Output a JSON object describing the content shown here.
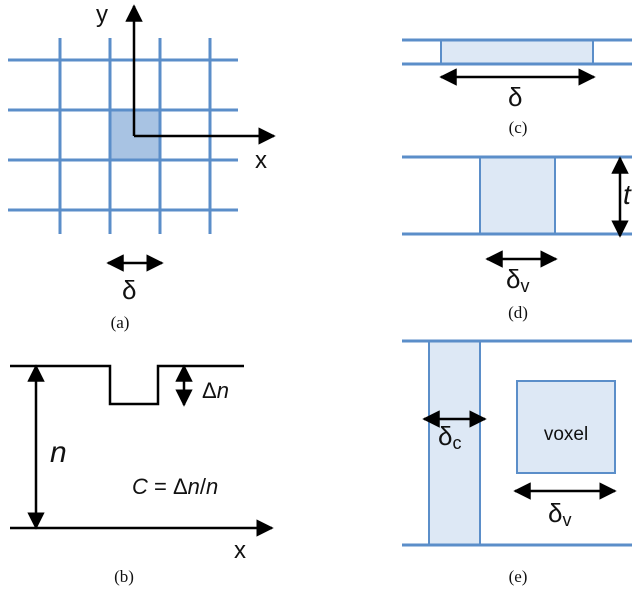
{
  "panels": {
    "a": {
      "caption": "(a)",
      "axis_x": "x",
      "axis_y": "y",
      "delta": "δ",
      "highlight_color": "#a8c3e3"
    },
    "b": {
      "caption": "(b)",
      "axis_x": "x",
      "n_label": "n",
      "dn_prefix": "Δ",
      "dn_var": "n",
      "formula_C": "C",
      "formula_eq": " = Δ",
      "formula_n1": "n",
      "formula_slash": "/",
      "formula_n2": "n"
    },
    "c": {
      "caption": "(c)",
      "delta": "δ"
    },
    "d": {
      "caption": "(d)",
      "t_label": "t",
      "delta": "δ",
      "delta_sub": "v"
    },
    "e": {
      "caption": "(e)",
      "delta_c": "δ",
      "delta_c_sub": "c",
      "delta_v": "δ",
      "delta_v_sub": "v",
      "voxel_label": "voxel"
    }
  },
  "colors": {
    "grid_line": "#5b8ec9",
    "fill_light": "#dde8f5",
    "fill_dark": "#a8c3e3",
    "arrow": "#000000"
  }
}
